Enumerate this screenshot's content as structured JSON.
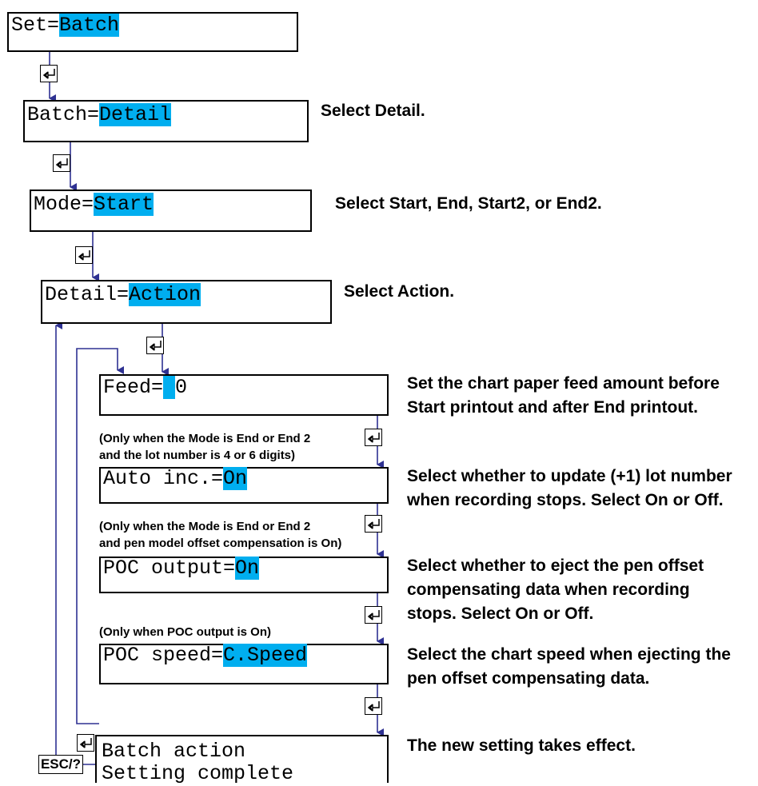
{
  "screens": {
    "set": {
      "prefix": "Set=",
      "value": "Batch"
    },
    "batch": {
      "prefix": "Batch=",
      "value": "Detail"
    },
    "mode": {
      "prefix": "Mode=",
      "value": "Start"
    },
    "detail": {
      "prefix": "Detail=",
      "value": "Action"
    },
    "feed": {
      "prefix": "Feed=",
      "value": " ",
      "suffix": "0"
    },
    "autoinc": {
      "prefix": "Auto inc.=",
      "value": "On"
    },
    "pocoutput": {
      "prefix": "POC output=",
      "value": "On"
    },
    "pocspeed": {
      "prefix": "POC speed=",
      "value": "C.Speed"
    },
    "complete": {
      "line1": "Batch action",
      "line2": "Setting complete"
    }
  },
  "notes": {
    "batch": "Select Detail.",
    "mode": "Select Start, End, Start2, or End2.",
    "detail": "Select Action.",
    "feed": [
      "Set the chart paper feed amount before",
      "Start printout and after End printout."
    ],
    "autoinc": [
      "Select whether to update (+1) lot number",
      "when recording stops. Select On or Off."
    ],
    "pocoutput": [
      "Select whether to eject the pen offset",
      "compensating data when recording",
      "stops. Select On or Off."
    ],
    "pocspeed": [
      "Select the chart speed when ejecting the",
      "pen offset compensating data."
    ],
    "complete": "The new setting takes effect."
  },
  "conditions": {
    "autoinc": [
      "(Only when the Mode is End or End 2",
      "and the lot number is 4 or 6 digits)"
    ],
    "pocoutput": [
      "(Only when the Mode is End or End 2",
      "and pen model offset compensation is On)"
    ],
    "pocspeed": "(Only when POC output is On)"
  },
  "keys": {
    "esc": "ESC/?"
  },
  "colors": {
    "highlight": "#00aeef",
    "flow_line": "#2e3192"
  }
}
